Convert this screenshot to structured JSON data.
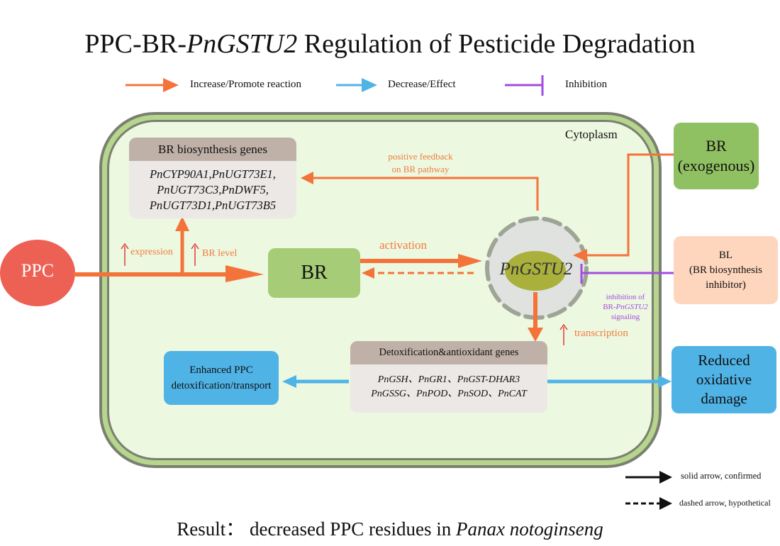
{
  "title": {
    "prefix": "PPC-BR-",
    "gene": "PnGSTU2",
    "suffix": " Regulation of Pesticide Degradation"
  },
  "legend": {
    "increase": "Increase/Promote reaction",
    "decrease": "Decrease/Effect",
    "inhibition": "Inhibition",
    "solid": "solid arrow, confirmed",
    "dashed": "dashed arrow, hypothetical"
  },
  "cell": {
    "compartment_label": "Cytoplasm"
  },
  "nodes": {
    "ppc": "PPC",
    "br": "BR",
    "br_exogenous_line1": "BR",
    "br_exogenous_line2": "(exogenous)",
    "bl_line1": "BL",
    "bl_line2": "(BR biosynthesis",
    "bl_line3": "inhibitor)",
    "nucleus_gene": "PnGSTU2",
    "enhanced_line1": "Enhanced PPC",
    "enhanced_line2": "detoxification/transport",
    "reduced_line1": "Reduced",
    "reduced_line2": "oxidative",
    "reduced_line3": "damage"
  },
  "br_genes": {
    "header": "BR biosynthesis genes",
    "lines": [
      "PnCYP90A1,PnUGT73E1,",
      "PnUGT73C3,PnDWF5,",
      "PnUGT73D1,PnUGT73B5"
    ]
  },
  "detox_genes": {
    "header": "Detoxification&antioxidant genes",
    "lines": [
      "PnGSH、PnGR1、PnGST-DHAR3",
      "PnGSSG、PnPOD、PnSOD、PnCAT"
    ]
  },
  "labels": {
    "expression": "expression",
    "br_level": "BR level",
    "activation": "activation",
    "feedback_line1": "positive feedback",
    "feedback_line2": "on BR pathway",
    "transcription": "transcription",
    "inhibition_note_line1": "inhibition of",
    "inhibition_note_line2_prefix": "BR-",
    "inhibition_note_line2_gene": "PnGSTU2",
    "inhibition_note_line3": "signaling"
  },
  "result": {
    "prefix": "Result： decreased PPC residues in ",
    "species": "Panax notoginseng"
  },
  "colors": {
    "orange": "#f4733a",
    "blue": "#4fb3e6",
    "purple": "#a24de0",
    "ppc_red": "#ed6155",
    "br_green": "#a6cc78",
    "bl_peach": "#fdd6bd",
    "cell_fill": "#edf8e0",
    "cell_wall_green": "#b5d68c",
    "cell_wall_gray": "#7b7f71",
    "nucleus_fill": "#e0e2df",
    "nucleolus": "#a9b03c"
  }
}
